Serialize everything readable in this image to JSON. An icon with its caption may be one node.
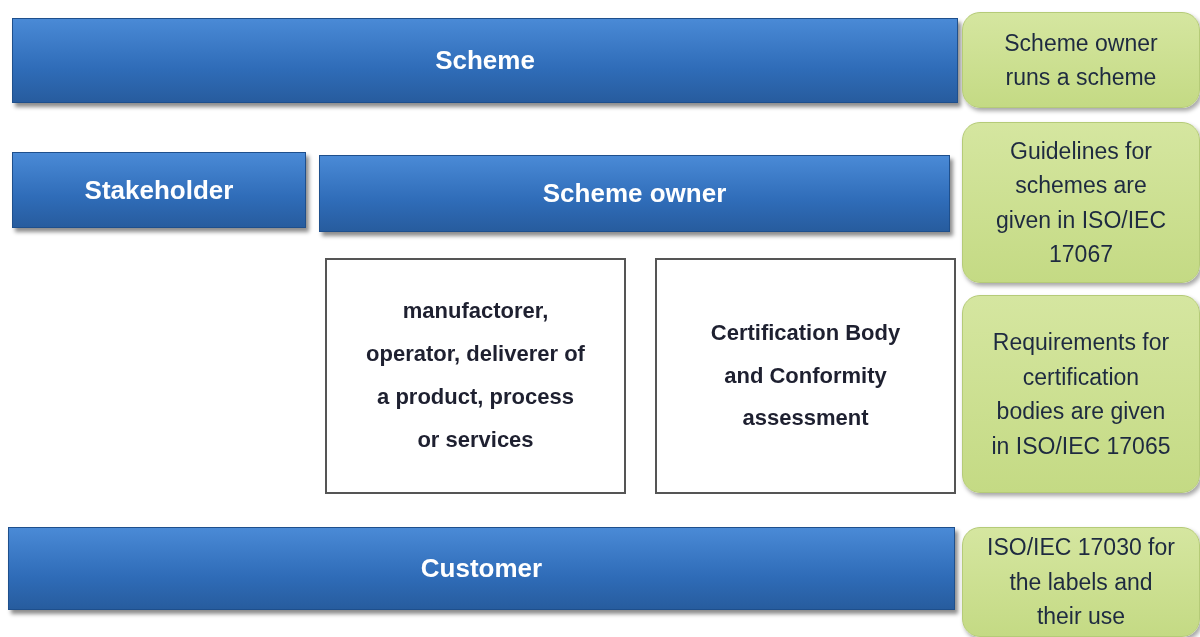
{
  "diagram": {
    "nodes": [
      {
        "text": [
          "Scheme"
        ]
      },
      {
        "text": [
          "Stakeholder"
        ]
      },
      {
        "text": [
          "Scheme owner"
        ]
      },
      {
        "text": [
          "manufactorer, operator, deliverer of a product, process or services"
        ]
      },
      {
        "text": [
          "Certification Body and Conformity assessment"
        ]
      },
      {
        "text": [
          "Customer"
        ]
      },
      {
        "text": [
          "Scheme owner runs a scheme"
        ]
      },
      {
        "text": [
          "Guidelines for schemes are given in ISO/IEC 17067"
        ]
      },
      {
        "text": [
          "Requirements for certification bodies are given in ISO/IEC 17065"
        ]
      },
      {
        "text": [
          "ISO/IEC 17030 for the labels and their use"
        ]
      }
    ]
  }
}
